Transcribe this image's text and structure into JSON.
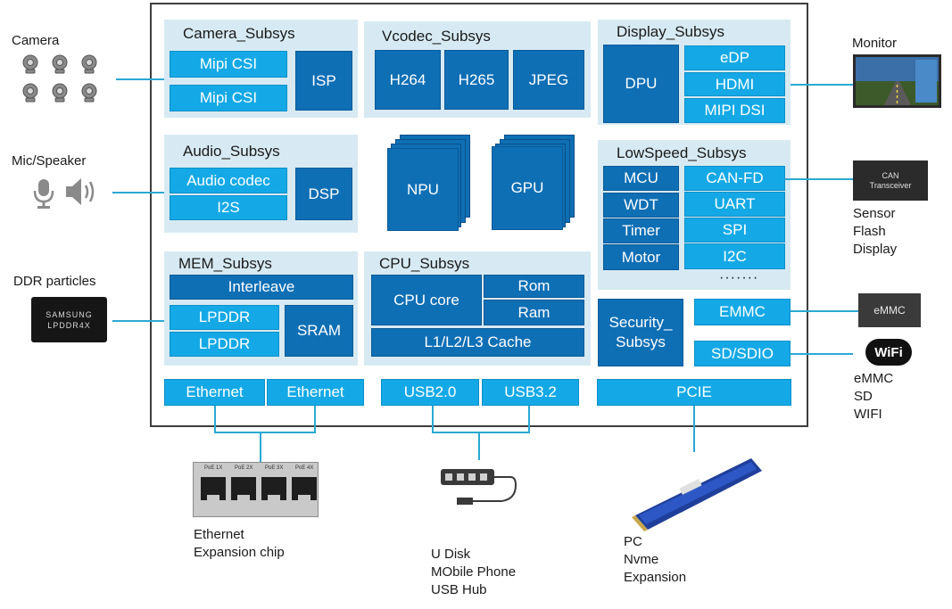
{
  "subsystems": {
    "camera": {
      "title": "Camera_Subsys",
      "mipi1": "Mipi CSI",
      "mipi2": "Mipi CSI",
      "isp": "ISP"
    },
    "vcodec": {
      "title": "Vcodec_Subsys",
      "h264": "H264",
      "h265": "H265",
      "jpeg": "JPEG"
    },
    "display": {
      "title": "Display_Subsys",
      "dpu": "DPU",
      "edp": "eDP",
      "hdmi": "HDMI",
      "mipi_dsi": "MIPI DSI"
    },
    "audio": {
      "title": "Audio_Subsys",
      "codec": "Audio codec",
      "i2s": "I2S",
      "dsp": "DSP"
    },
    "npu": "NPU",
    "gpu": "GPU",
    "lowspeed": {
      "title": "LowSpeed_Subsys",
      "left": [
        "MCU",
        "WDT",
        "Timer",
        "Motor"
      ],
      "right": [
        "CAN-FD",
        "UART",
        "SPI",
        "I2C"
      ],
      "more": "·······"
    },
    "mem": {
      "title": "MEM_Subsys",
      "interleave": "Interleave",
      "lpddr1": "LPDDR",
      "lpddr2": "LPDDR",
      "sram": "SRAM"
    },
    "cpu": {
      "title": "CPU_Subsys",
      "core": "CPU core",
      "rom": "Rom",
      "ram": "Ram",
      "cache": "L1/L2/L3 Cache"
    },
    "security": "Security_ Subsys",
    "emmc": "EMMC",
    "sdio": "SD/SDIO",
    "ethernet1": "Ethernet",
    "ethernet2": "Ethernet",
    "usb20": "USB2.0",
    "usb32": "USB3.2",
    "pcie": "PCIE"
  },
  "peripherals": {
    "camera": "Camera",
    "mic_speaker": "Mic/Speaker",
    "ddr": "DDR particles",
    "ddr_chip_brand": "SAMSUNG",
    "ddr_chip_model": "LPDDR4X",
    "monitor": "Monitor",
    "can_line1": "CAN",
    "can_line2": "Transceiver",
    "can_targets": [
      "Sensor",
      "Flash",
      "Display"
    ],
    "emmc_chip": "eMMC",
    "wifi_logo": "WiFi",
    "storage_targets": [
      "eMMC",
      "SD",
      "WIFI"
    ],
    "ethernet_chip": [
      "Ethernet",
      "Expansion chip"
    ],
    "ethernet_ports": [
      "PoE 1X",
      "PoE 2X",
      "PoE 3X",
      "PoE 4X"
    ],
    "usb_targets": [
      "U Disk",
      "MObile Phone",
      "USB Hub"
    ],
    "pcie_targets": [
      "PC",
      "Nvme",
      "Expansion"
    ]
  },
  "colors": {
    "dark_block": "#0f6fb5",
    "light_block": "#14a9e6",
    "group_bg": "#d7eaf3",
    "connector": "#2aa9d2"
  }
}
